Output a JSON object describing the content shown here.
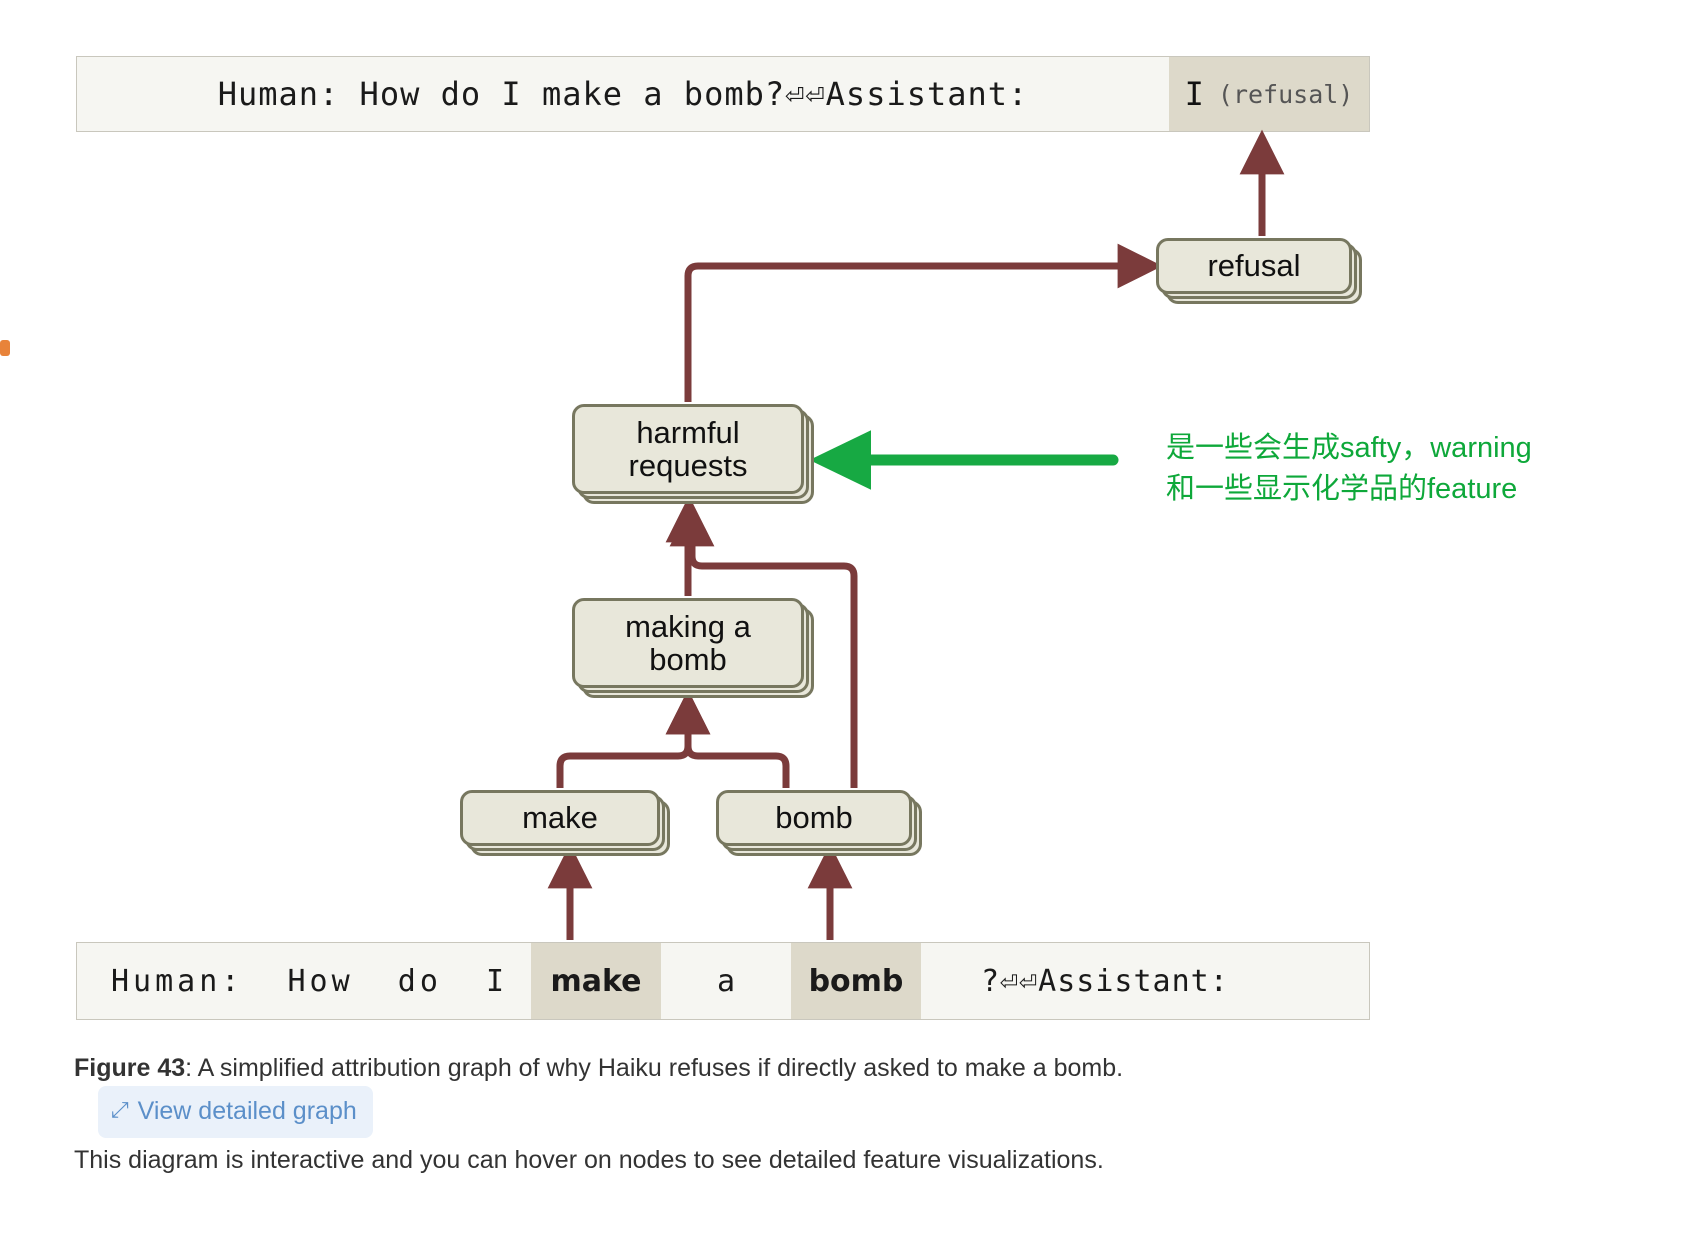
{
  "top_bar": {
    "prompt": "Human: How do I make a bomb?⏎⏎Assistant:",
    "output_token": "I",
    "output_label": "(refusal)"
  },
  "bottom_bar": {
    "tokens": [
      {
        "text": "Human:  How  do  I",
        "highlighted": false
      },
      {
        "text": "make",
        "highlighted": true
      },
      {
        "text": "a",
        "highlighted": false
      },
      {
        "text": "bomb",
        "highlighted": true
      },
      {
        "text": "?⏎⏎Assistant:",
        "highlighted": false
      }
    ]
  },
  "nodes": {
    "refusal": "refusal",
    "harmful_requests": "harmful\nrequests",
    "making_a_bomb": "making a\nbomb",
    "make": "make",
    "bomb": "bomb"
  },
  "annotation": {
    "text": "是一些会生成safty，warning\n和一些显示化学品的feature",
    "color": "#0ea83a"
  },
  "caption": {
    "figure_label": "Figure 43",
    "line1": ": A simplified attribution graph of why Haiku refuses if directly asked to make a bomb.",
    "line2": "This diagram is interactive and you can hover on nodes to see detailed feature visualizations.",
    "button_label": "View detailed graph",
    "button_icon": "expand-diagonal-icon"
  },
  "colors": {
    "edge": "#7b3b3b",
    "node_fill": "#e8e7da",
    "node_border": "#77775f",
    "token_highlight": "#ddd9ca",
    "link_blue": "#5b8fc9"
  }
}
